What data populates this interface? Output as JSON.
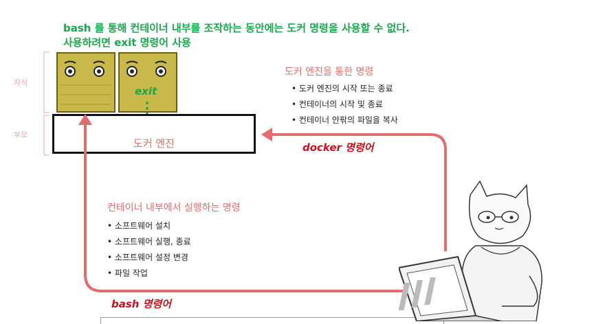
{
  "note": {
    "line1": "bash 를 통해 컨테이너 내부를 조작하는 동안에는 도커 명령을 사용할 수 없다.",
    "line2": "사용하려면   exit  명령어 사용"
  },
  "labels": {
    "child": "자식",
    "parent": "부모",
    "engine": "도커 엔진",
    "exit": "exit"
  },
  "docker_section": {
    "title": "도커 엔진을 통한 명령",
    "items": [
      "도커 엔진의 시작 또는 종료",
      "컨테이너의 시작 및 종료",
      "컨테이너 안팎의 파일을 복사"
    ],
    "command": "docker 명령어"
  },
  "bash_section": {
    "title": "컨테이너 내부에서 실행하는 명령",
    "items": [
      "소프트웨어 설치",
      "소프트웨어 실행, 종료",
      "소프트웨어 설정 변경",
      "파일 작업"
    ],
    "command": "bash 명령어"
  },
  "colors": {
    "note_green": "#1aa84c",
    "arrow_pink": "#e56c6c",
    "command_red": "#c8121e",
    "container_olive": "#c9b94a"
  }
}
